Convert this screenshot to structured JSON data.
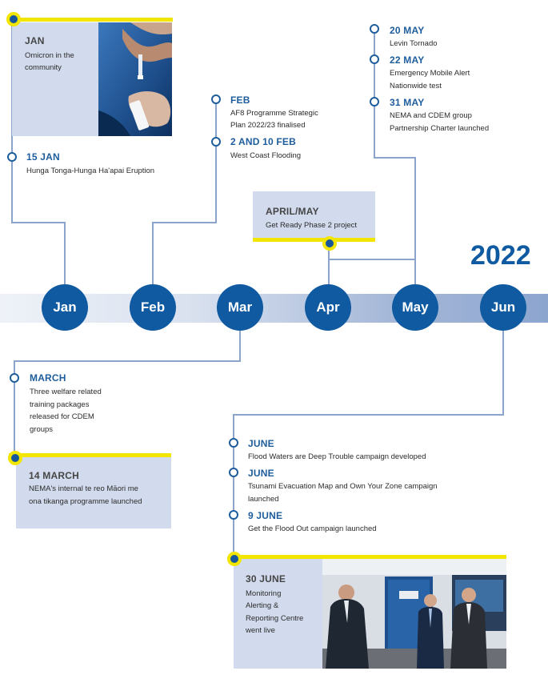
{
  "year": "2022",
  "months": [
    "Jan",
    "Feb",
    "Mar",
    "Apr",
    "May",
    "Jun"
  ],
  "colors": {
    "primary_blue": "#0f5aa0",
    "line_blue": "#8aa4cc",
    "panel_bg": "#d2dbed",
    "accent_yellow": "#f2e600"
  },
  "events": {
    "jan": {
      "title": "JAN",
      "text": "Omicron in the community"
    },
    "jan15": {
      "title": "15 JAN",
      "text": "Hunga Tonga-Hunga Ha'apai Eruption"
    },
    "feb": {
      "title": "FEB",
      "text_1": "AF8 Programme Strategic",
      "text_2": "Plan 2022/23 finalised"
    },
    "feb2_10": {
      "title": "2 AND 10 FEB",
      "text": "West Coast Flooding"
    },
    "aprmay": {
      "title": "APRIL/MAY",
      "text": "Get Ready Phase 2 project"
    },
    "may20": {
      "title": "20 MAY",
      "text": "Levin Tornado"
    },
    "may22": {
      "title": "22 MAY",
      "text_1": "Emergency Mobile Alert",
      "text_2": "Nationwide test"
    },
    "may31": {
      "title": "31 MAY",
      "text_1": "NEMA and CDEM group",
      "text_2": "Partnership Charter launched"
    },
    "march": {
      "title": "MARCH",
      "text_1": "Three welfare related",
      "text_2": "training packages",
      "text_3": "released for CDEM",
      "text_4": "groups"
    },
    "mar14": {
      "title": "14 MARCH",
      "text_1": "NEMA's internal te reo Māori me",
      "text_2": "ona tikanga programme launched"
    },
    "june1": {
      "title": "JUNE",
      "text": "Flood Waters are Deep Trouble campaign developed"
    },
    "june2": {
      "title": "JUNE",
      "text_1": "Tsunami Evacuation Map and Own Your Zone campaign",
      "text_2": "launched"
    },
    "june9": {
      "title": "9 JUNE",
      "text": "Get the Flood Out campaign launched"
    },
    "june30": {
      "title": "30 JUNE",
      "text_1": "Monitoring",
      "text_2": "Alerting &",
      "text_3": "Reporting Centre",
      "text_4": "went live"
    }
  }
}
